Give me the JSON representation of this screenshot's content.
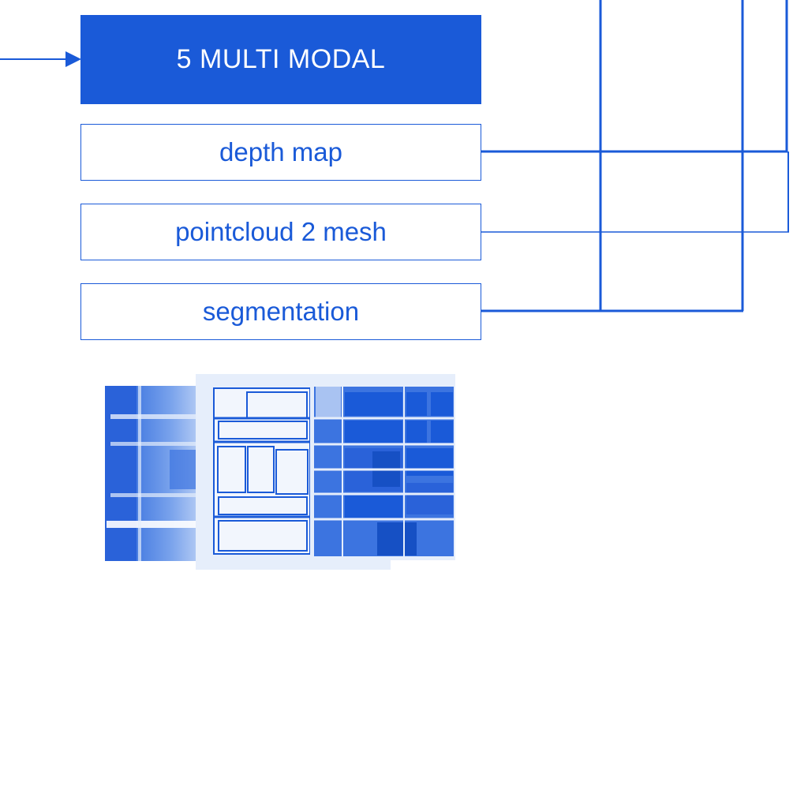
{
  "header": {
    "label": "5 MULTI MODAL"
  },
  "modalities": [
    {
      "label": "depth map"
    },
    {
      "label": "pointcloud 2 mesh"
    },
    {
      "label": "segmentation"
    }
  ],
  "colors": {
    "accent": "#1a5ad8",
    "light": "#e6eefb"
  }
}
